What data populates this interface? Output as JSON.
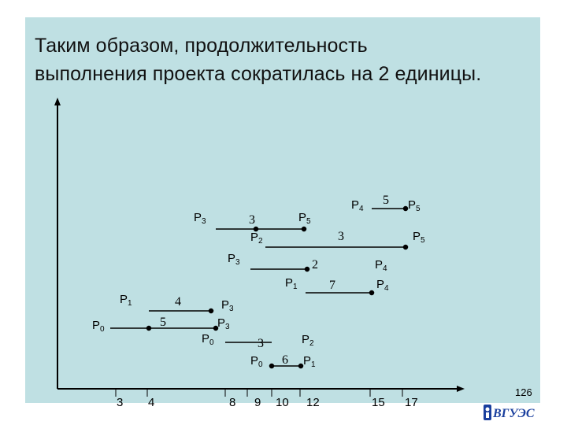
{
  "title": {
    "line1": "Таким образом, продолжительность",
    "line2": "выполнения проекта сократилась на 2 единицы."
  },
  "axis": {
    "ticks": [
      "3",
      "4",
      "8",
      "9",
      "10",
      "12",
      "15",
      "17"
    ]
  },
  "labels": [
    {
      "id": "p0-a",
      "letter": "P",
      "sub": "0"
    },
    {
      "id": "p1-a",
      "letter": "P",
      "sub": "1"
    },
    {
      "id": "five-a",
      "text": "5"
    },
    {
      "id": "four-a",
      "text": "4"
    },
    {
      "id": "p3-a",
      "letter": "P",
      "sub": "3"
    },
    {
      "id": "p3-b",
      "letter": "P",
      "sub": "3"
    },
    {
      "id": "p0-b",
      "letter": "P",
      "sub": "0"
    },
    {
      "id": "p3-c",
      "letter": "P",
      "sub": "3"
    },
    {
      "id": "three-a",
      "text": "3"
    },
    {
      "id": "p2-a",
      "letter": "P",
      "sub": "2"
    },
    {
      "id": "p5-a",
      "letter": "P",
      "sub": "5"
    },
    {
      "id": "p3-d",
      "letter": "P",
      "sub": "3"
    },
    {
      "id": "two-a",
      "text": "2"
    },
    {
      "id": "p1-b",
      "letter": "P",
      "sub": "1"
    },
    {
      "id": "seven-a",
      "text": "7"
    },
    {
      "id": "three-b",
      "text": "3"
    },
    {
      "id": "p5-b",
      "letter": "P",
      "sub": "5"
    },
    {
      "id": "p4-a",
      "letter": "P",
      "sub": "4"
    },
    {
      "id": "five-b",
      "text": "5"
    },
    {
      "id": "p5-c",
      "letter": "P",
      "sub": "5"
    },
    {
      "id": "p4-b",
      "letter": "P",
      "sub": "4"
    },
    {
      "id": "p4-c",
      "letter": "P",
      "sub": "4"
    },
    {
      "id": "three-c",
      "text": "3"
    },
    {
      "id": "p0-c",
      "letter": "P",
      "sub": "0"
    },
    {
      "id": "six-a",
      "text": "6"
    },
    {
      "id": "p2-b",
      "letter": "P",
      "sub": "2"
    },
    {
      "id": "p1-c",
      "letter": "P",
      "sub": "1"
    }
  ],
  "page_number": "126",
  "logo_text": "ВГУЭС"
}
